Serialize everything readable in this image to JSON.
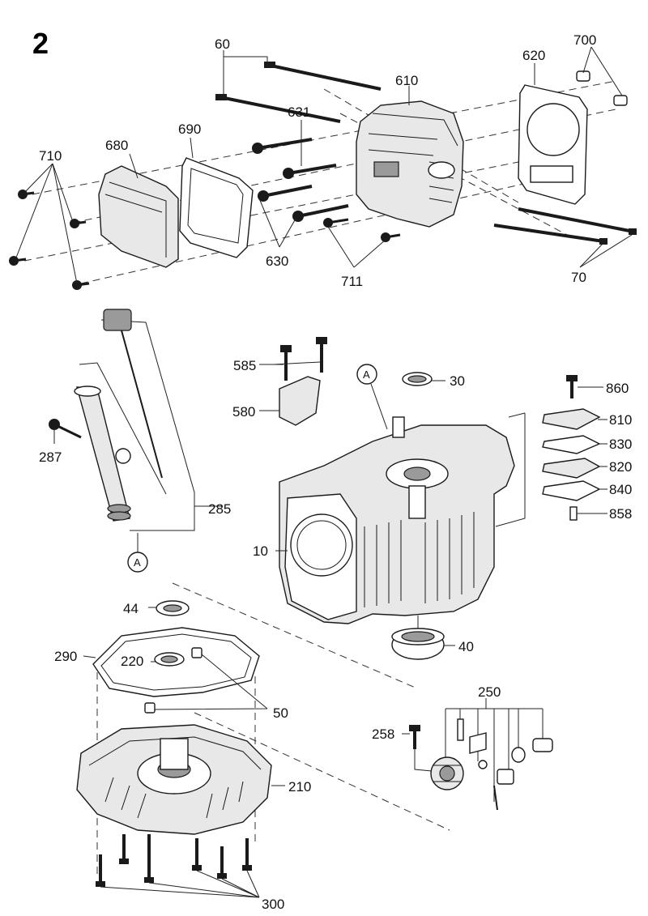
{
  "page": {
    "section_number": "2"
  },
  "callouts": {
    "c60": "60",
    "c610": "610",
    "c620": "620",
    "c700": "700",
    "c631": "631",
    "c680": "680",
    "c690": "690",
    "c710": "710",
    "c630": "630",
    "c711": "711",
    "c70": "70",
    "c585": "585",
    "c30": "30",
    "c860": "860",
    "c580": "580",
    "c810": "810",
    "c830": "830",
    "c820": "820",
    "c840": "840",
    "c858": "858",
    "c287": "287",
    "c285": "285",
    "c10": "10",
    "c44": "44",
    "c290": "290",
    "c220": "220",
    "c40": "40",
    "c250": "250",
    "c50": "50",
    "c258": "258",
    "c210": "210",
    "c300": "300"
  },
  "reference_markers": {
    "dipstick_tube_ref": "A",
    "crankcase_ref": "A"
  }
}
